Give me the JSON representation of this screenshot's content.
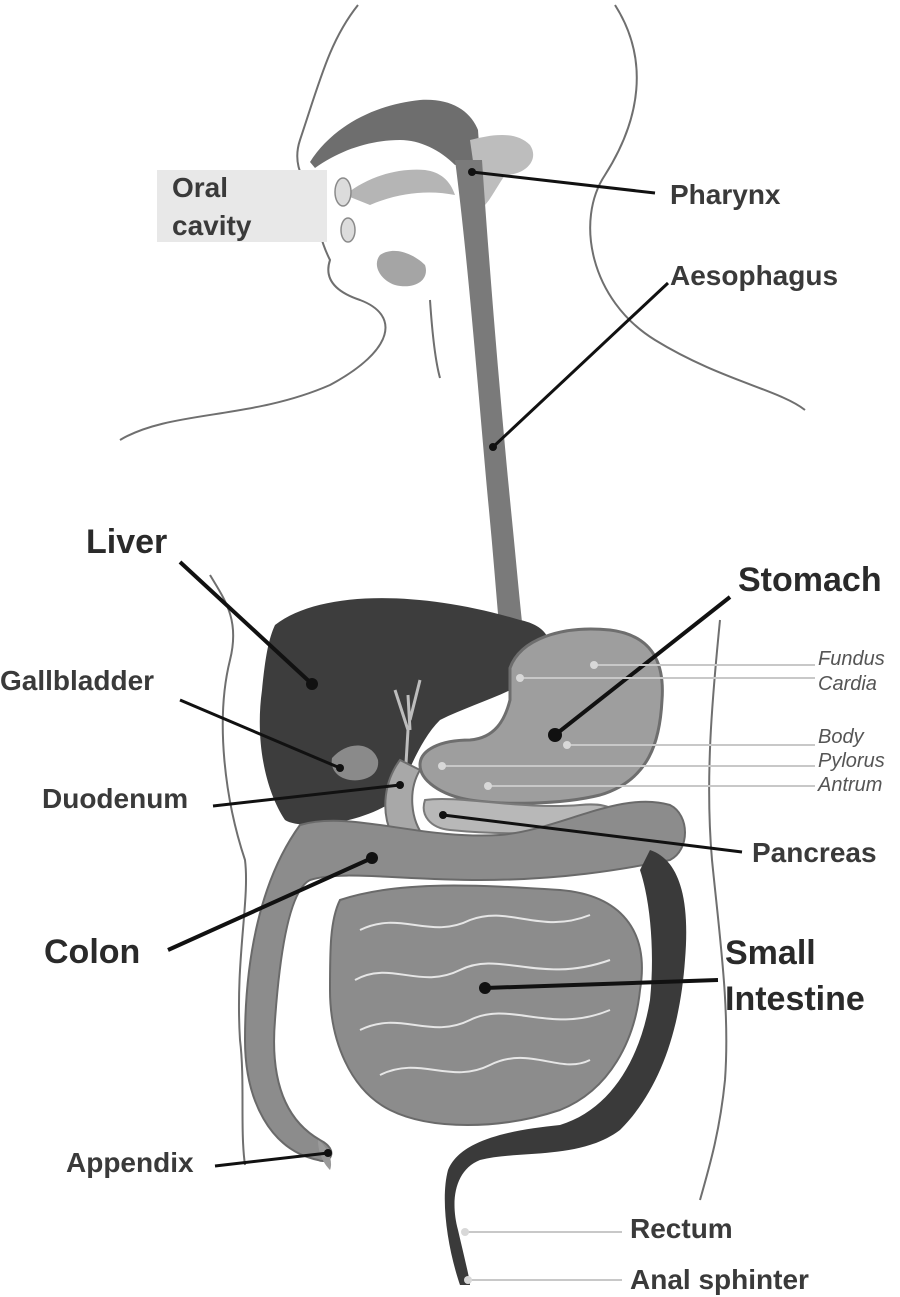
{
  "labels": {
    "oral_cavity": "Oral\ncavity",
    "pharynx": "Pharynx",
    "aesophagus": "Aesophagus",
    "liver": "Liver",
    "stomach": "Stomach",
    "gallbladder": "Gallbladder",
    "duodenum": "Duodenum",
    "pancreas": "Pancreas",
    "colon": "Colon",
    "small_intestine": "Small\nIntestine",
    "appendix": "Appendix",
    "rectum": "Rectum",
    "anal_sphincter": "Anal sphinter"
  },
  "stomach_parts": {
    "fundus": "Fundus",
    "cardia": "Cardia",
    "body": "Body",
    "pylorus": "Pylorus",
    "antrum": "Antrum"
  },
  "colors": {
    "background": "#ffffff",
    "liver": "#3d3d3d",
    "stomach": "#9e9e9e",
    "esophagus": "#7a7a7a",
    "intestine": "#8c8c8c",
    "colon_descending": "#3a3a3a",
    "highlight_box": "#e8e8e8"
  }
}
